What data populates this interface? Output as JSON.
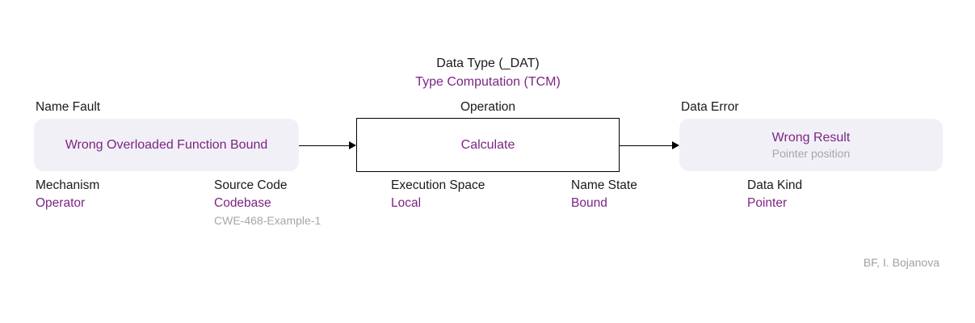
{
  "colors": {
    "accent_purple": "#7c2483",
    "box_lavender": "#f2f0f7",
    "muted_gray": "#a6a6a6",
    "text_black": "#1a1a1a"
  },
  "header": {
    "data_type": "Data Type (_DAT)",
    "bug_class": "Type Computation (TCM)"
  },
  "fault": {
    "caption": "Name Fault",
    "value": "Wrong Overloaded Function Bound"
  },
  "operation": {
    "caption": "Operation",
    "value": "Calculate"
  },
  "error": {
    "caption": "Data Error",
    "value": "Wrong Result",
    "detail": "Pointer position"
  },
  "attributes": [
    {
      "label": "Mechanism",
      "value": "Operator",
      "note": ""
    },
    {
      "label": "Source Code",
      "value": "Codebase",
      "note": "CWE-468-Example-1"
    },
    {
      "label": "Execution Space",
      "value": "Local",
      "note": ""
    },
    {
      "label": "Name State",
      "value": "Bound",
      "note": ""
    },
    {
      "label": "Data Kind",
      "value": "Pointer",
      "note": ""
    }
  ],
  "footer": {
    "credit": "BF, I. Bojanova"
  }
}
